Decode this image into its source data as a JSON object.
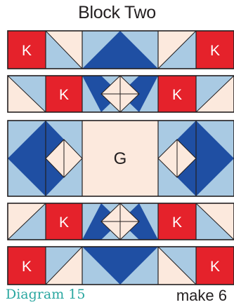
{
  "title": "Block Two",
  "diagram_label": "Diagram 15",
  "make_label": "make 6",
  "letters": {
    "k": "K",
    "g": "G"
  },
  "colors": {
    "cream": "#fce9dd",
    "light_blue": "#a9cae3",
    "dark_blue": "#1f4fa3",
    "red": "#e5222b",
    "outline": "#231f20",
    "diagram_label": "#2aa7a0"
  }
}
